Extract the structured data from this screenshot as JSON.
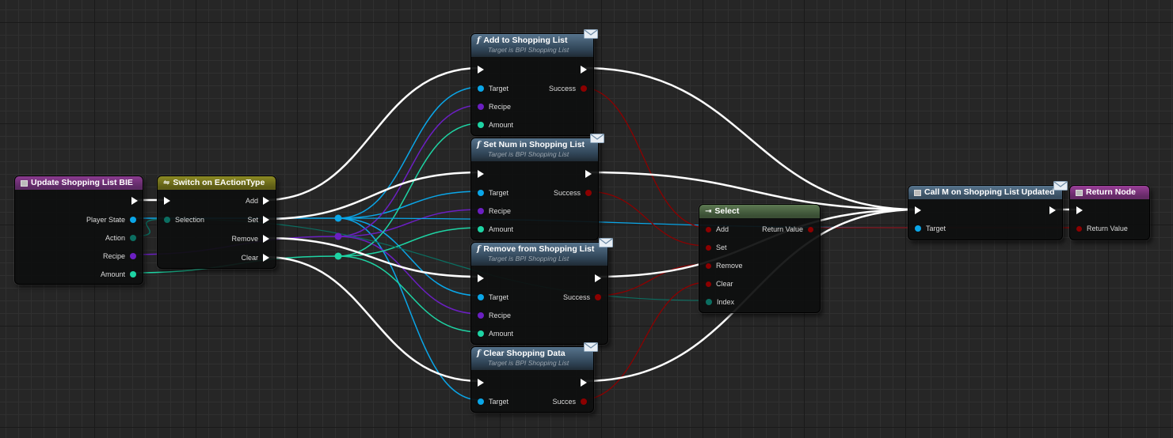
{
  "colors": {
    "exec": "#ffffff",
    "object": "#0aa6e8",
    "enum": "#0b6e61",
    "recipe": "#6b1fc2",
    "amount": "#1ed4a4",
    "bool": "#8c0000"
  },
  "nodes": {
    "event": {
      "title": "Update Shopping List BIE",
      "icon": "event-icon",
      "pins": {
        "player_state": "Player State",
        "action": "Action",
        "recipe": "Recipe",
        "amount": "Amount"
      }
    },
    "switch": {
      "title": "Switch on EActionType",
      "icon": "switch-icon",
      "pins": {
        "selection": "Selection",
        "add": "Add",
        "set": "Set",
        "remove": "Remove",
        "clear": "Clear"
      }
    },
    "add": {
      "title": "Add to Shopping List",
      "subtitle": "Target is BPI Shopping List",
      "pins": {
        "target": "Target",
        "recipe": "Recipe",
        "amount": "Amount",
        "success": "Success"
      }
    },
    "set": {
      "title": "Set Num in Shopping List",
      "subtitle": "Target is BPI Shopping List",
      "pins": {
        "target": "Target",
        "recipe": "Recipe",
        "amount": "Amount",
        "success": "Success"
      }
    },
    "remove": {
      "title": "Remove from Shopping List",
      "subtitle": "Target is BPI Shopping List",
      "pins": {
        "target": "Target",
        "recipe": "Recipe",
        "amount": "Amount",
        "success": "Success"
      }
    },
    "clear": {
      "title": "Clear Shopping Data",
      "subtitle": "Target is BPI Shopping List",
      "pins": {
        "target": "Target",
        "success": "Succes"
      }
    },
    "select": {
      "title": "Select",
      "pins": {
        "add": "Add",
        "set": "Set",
        "remove": "Remove",
        "clear": "Clear",
        "index": "Index",
        "return_value": "Return Value"
      }
    },
    "call": {
      "title": "Call M on Shopping List Updated",
      "pins": {
        "target": "Target"
      }
    },
    "return": {
      "title": "Return Node",
      "pins": {
        "return_value": "Return Value"
      }
    }
  }
}
